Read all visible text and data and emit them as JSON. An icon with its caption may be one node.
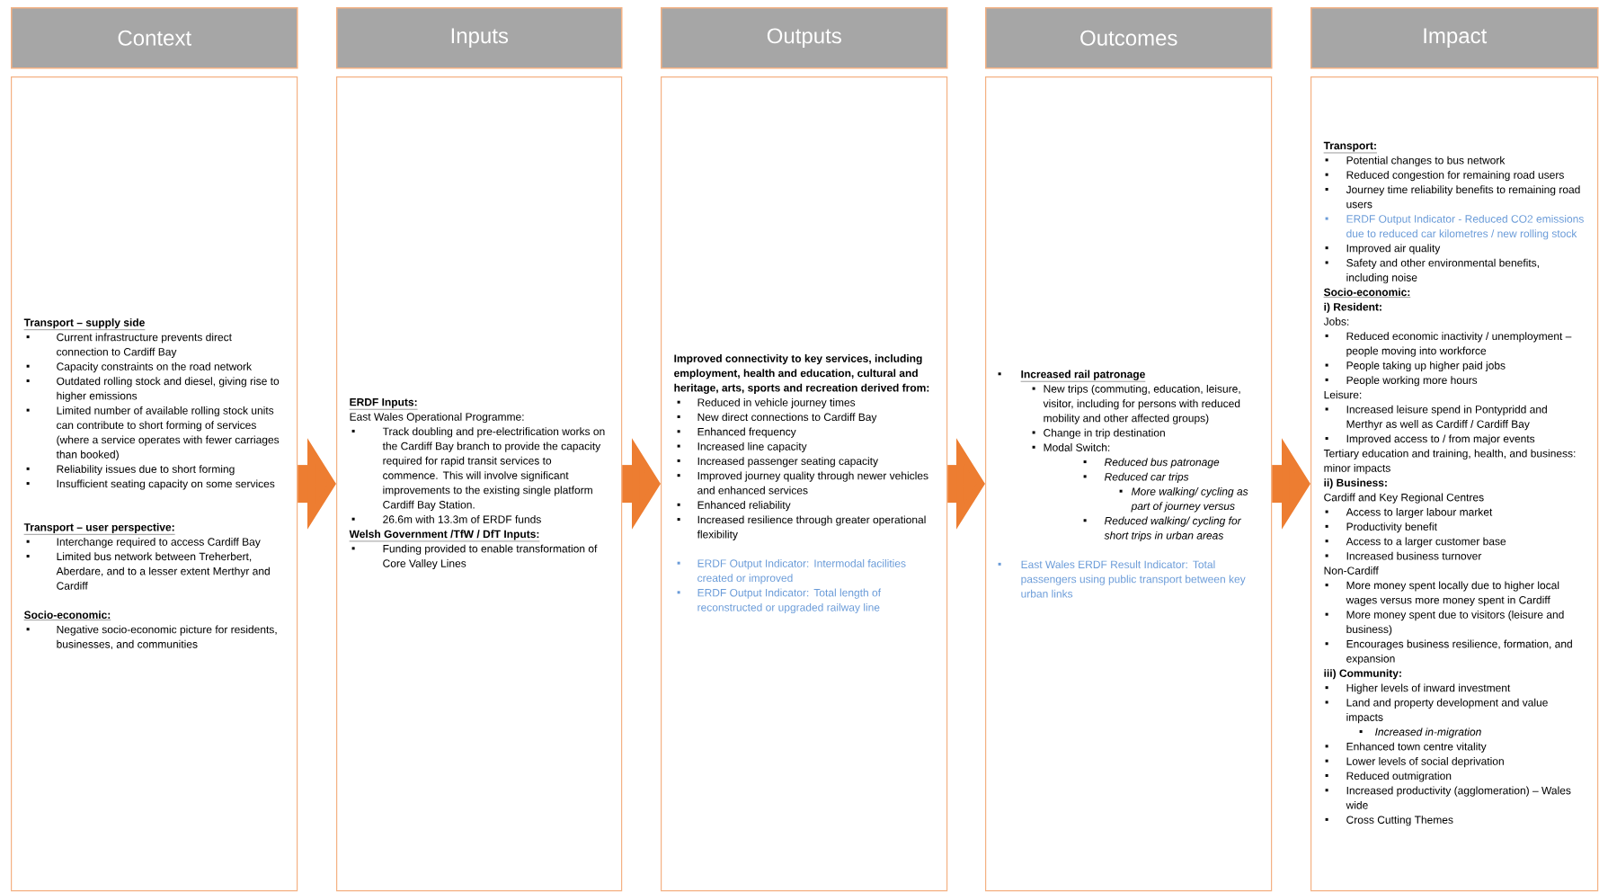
{
  "diagram": {
    "nodes": [
      {
        "text": [
          "Context"
        ]
      },
      {
        "text": [
          "Transport – supply side",
          "Current infrastructure prevents direct connection to Cardiff Bay",
          "Capacity constraints on the road network",
          "Outdated rolling stock and diesel, giving rise to higher emissions",
          "Limited number of available rolling stock units can contribute to short forming of services (where a service operates with fewer carriages than booked)",
          "Reliability issues due to short forming",
          "Insufficient seating capacity on some services",
          "Transport – user perspective:",
          "Interchange required to access Cardiff Bay",
          "Limited bus network between Treherbert, Aberdare, and to a lesser extent Merthyr and Cardiff",
          "Socio-economic:",
          "Negative socio-economic picture for residents, businesses, and communities"
        ]
      },
      {
        "text": [
          "Inputs"
        ]
      },
      {
        "text": [
          "ERDF Inputs:",
          "East Wales Operational Programme:",
          "Track doubling and pre-electrification works on the Cardiff Bay branch to provide the capacity required for rapid transit services to commence. This will involve significant improvements to the existing single platform Cardiff Bay Station.",
          "26.6m with 13.3m of ERDF funds",
          "Welsh Government /TfW / DfT Inputs:",
          "Funding provided to enable transformation of Core Valley Lines"
        ]
      },
      {
        "text": [
          "Outputs"
        ]
      },
      {
        "text": [
          "Improved connectivity to key services, including employment, health and education, cultural and heritage, arts, sports and recreation derived from:",
          "Reduced in vehicle journey times",
          "New direct connections to Cardiff Bay",
          "Enhanced frequency",
          "Increased line capacity",
          "Increased passenger seating capacity",
          "Improved journey quality through newer vehicles and enhanced services",
          "Enhanced reliability",
          "Increased resilience through greater operational flexibility",
          "ERDF Output Indicator: Intermodal facilities created or improved",
          "ERDF Output Indicator: Total length of reconstructed or upgraded railway line"
        ]
      },
      {
        "text": [
          "Outcomes"
        ]
      },
      {
        "text": [
          "Increased rail patronage",
          "New trips (commuting, education, leisure, visitor, including for persons with reduced mobility and other affected groups)",
          "Change in trip destination",
          "Modal Switch:",
          "Reduced bus patronage",
          "Reduced car trips",
          "More walking/ cycling as part of journey versus",
          "Reduced walking/ cycling for short trips in urban areas",
          "East Wales ERDF Result Indicator: Total passengers using public transport between key urban links"
        ]
      },
      {
        "text": [
          "Impact"
        ]
      },
      {
        "text": [
          "Transport:",
          "Potential changes to bus network",
          "Reduced congestion for remaining road users",
          "Journey time reliability benefits to remaining road users",
          "ERDF Output Indicator - Reduced CO2 emissions due to reduced car kilometres / new rolling stock",
          "Improved air quality",
          "Safety and other environmental benefits, including noise",
          "Socio-economic:",
          "i) Resident:",
          "Jobs:",
          "Reduced economic inactivity / unemployment – people moving into workforce",
          "People taking up higher paid jobs",
          "People working more hours",
          "Leisure:",
          "Increased leisure spend in Pontypridd and Merthyr as well as Cardiff / Cardiff Bay",
          "Improved access to / from major events",
          "Tertiary education and training, health, and business: minor impacts",
          "ii) Business:",
          "Cardiff and Key Regional Centres",
          "Access to larger labour market",
          "Productivity benefit",
          "Access to a larger customer base",
          "Increased business turnover",
          "Non-Cardiff",
          "More money spent locally due to higher local wages versus more money spent in Cardiff",
          "More money spent due to visitors (leisure and business)",
          "Encourages business resilience, formation, and expansion",
          "iii) Community:",
          "Higher levels of inward investment",
          "Land and property development and value impacts",
          "Increased in-migration",
          "Enhanced town centre vitality",
          "Lower levels of social deprivation",
          "Reduced outmigration",
          "Increased productivity (agglomeration) – Wales wide",
          "Cross Cutting Themes"
        ]
      }
    ],
    "edges": [
      {
        "from": 1,
        "to": 3,
        "arrow": "to"
      },
      {
        "from": 3,
        "to": 5,
        "arrow": "to"
      },
      {
        "from": 5,
        "to": 7,
        "arrow": "to"
      },
      {
        "from": 7,
        "to": 9,
        "arrow": "to"
      }
    ]
  }
}
